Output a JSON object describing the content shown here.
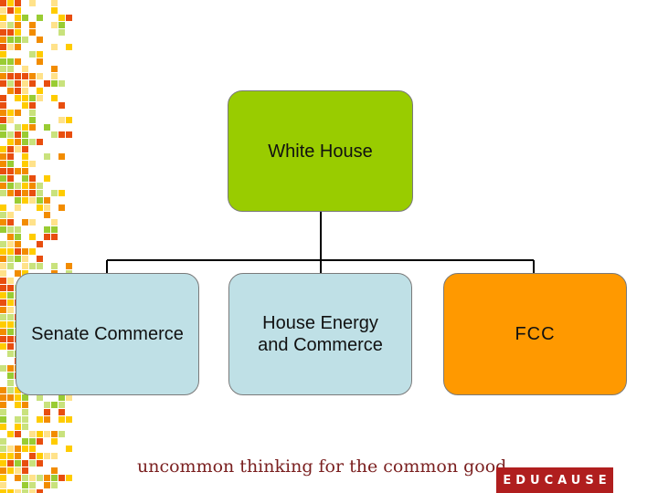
{
  "org_chart": {
    "top": {
      "label": "White House",
      "color": "#99cc00"
    },
    "children": [
      {
        "label": "Senate Commerce",
        "color": "#bfe0e6"
      },
      {
        "label": "House Energy\nand Commerce",
        "color": "#bfe0e6"
      },
      {
        "label": "FCC",
        "color": "#ff9900"
      }
    ]
  },
  "footer": {
    "tagline": "uncommon thinking for the common good",
    "logo_text": "EDUCAUSE"
  },
  "colors": {
    "connector": "#000000",
    "logo_bg": "#b01e1e",
    "tagline": "#7a1f1f",
    "mosaic": [
      "#f28c00",
      "#ffcc00",
      "#99cc33",
      "#e84e0f",
      "#ffe28a",
      "#c9e27d",
      "#ffffff"
    ]
  }
}
